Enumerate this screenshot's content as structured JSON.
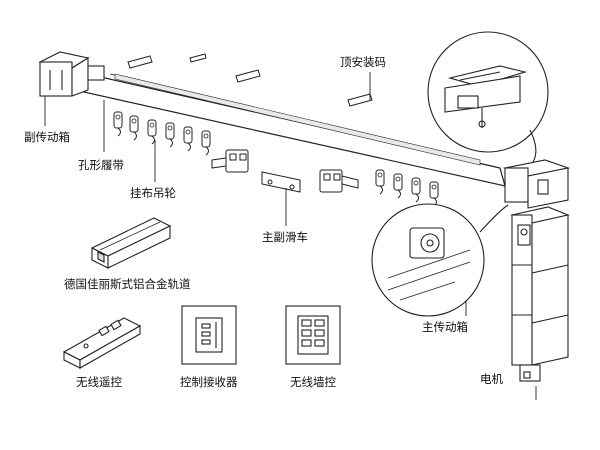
{
  "labels": {
    "top_mount_clip": "顶安装码",
    "secondary_drive_box": "副传动箱",
    "belt_tube": "孔形履带",
    "curtain_hook_wheel": "挂布吊轮",
    "master_slave_carriage": "主副滑车",
    "aluminum_track": "德国佳丽斯式铝合金轨道",
    "main_drive_box": "主传动箱",
    "motor": "电机",
    "wireless_remote": "无线遥控",
    "control_receiver": "控制接收器",
    "wireless_wall_switch": "无线墙控"
  }
}
